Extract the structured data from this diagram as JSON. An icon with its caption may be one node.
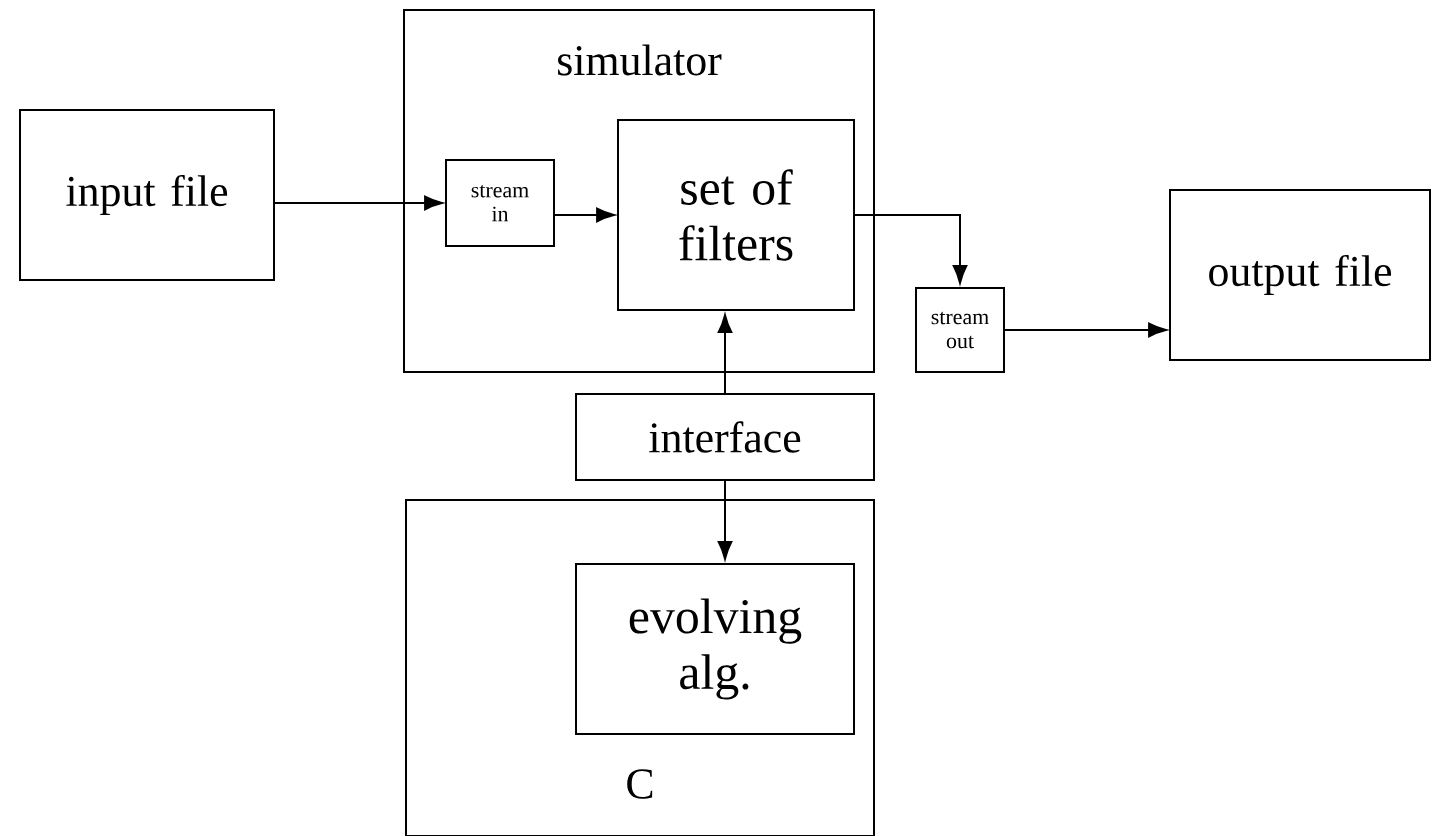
{
  "diagram": {
    "nodes": [
      {
        "text": [
          "input file"
        ]
      },
      {
        "text": [
          "simulator"
        ]
      },
      {
        "text": [
          "stream in"
        ],
        "in": 1
      },
      {
        "text": [
          "set of filters"
        ],
        "in": 1
      },
      {
        "text": [
          "stream out"
        ]
      },
      {
        "text": [
          "output file"
        ]
      },
      {
        "text": [
          "interface"
        ]
      },
      {
        "text": [
          "C"
        ]
      },
      {
        "text": [
          "evolving alg."
        ],
        "in": 7
      }
    ],
    "edges": [
      {
        "from": 0,
        "to": 2,
        "arrow": "to"
      },
      {
        "from": 2,
        "to": 3,
        "arrow": "to"
      },
      {
        "from": 3,
        "to": 4,
        "arrow": "to"
      },
      {
        "from": 4,
        "to": 5,
        "arrow": "to"
      },
      {
        "from": 6,
        "to": 3,
        "arrow": "to"
      },
      {
        "from": 6,
        "to": 8,
        "arrow": "to"
      }
    ]
  }
}
